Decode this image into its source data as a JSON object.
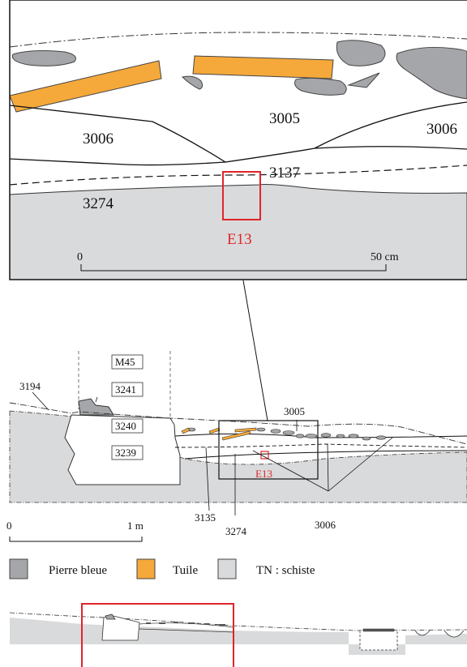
{
  "detail": {
    "units": {
      "u3005": "3005",
      "u3006_left": "3006",
      "u3006_right": "3006",
      "u3137": "3137",
      "u3274": "3274"
    },
    "sample": "E13",
    "scale": {
      "start": "0",
      "end": "50 cm"
    }
  },
  "section": {
    "units": {
      "m45": "M45",
      "u3241": "3241",
      "u3240": "3240",
      "u3239": "3239",
      "u3194": "3194",
      "u3005": "3005",
      "u3135": "3135",
      "u3274": "3274",
      "u3006": "3006"
    },
    "sample": "E13",
    "scale": {
      "start": "0",
      "end": "1 m"
    }
  },
  "legend": [
    {
      "label": "Pierre bleue",
      "color": "#a5a6a9"
    },
    {
      "label": "Tuile",
      "color": "#f5a93b"
    },
    {
      "label": "TN : schiste",
      "color": "#d9dadb"
    }
  ],
  "colors": {
    "stone": "#a5a6a9",
    "tile": "#f5a93b",
    "bedrock": "#d9dadb",
    "highlight": "#e0252a"
  }
}
